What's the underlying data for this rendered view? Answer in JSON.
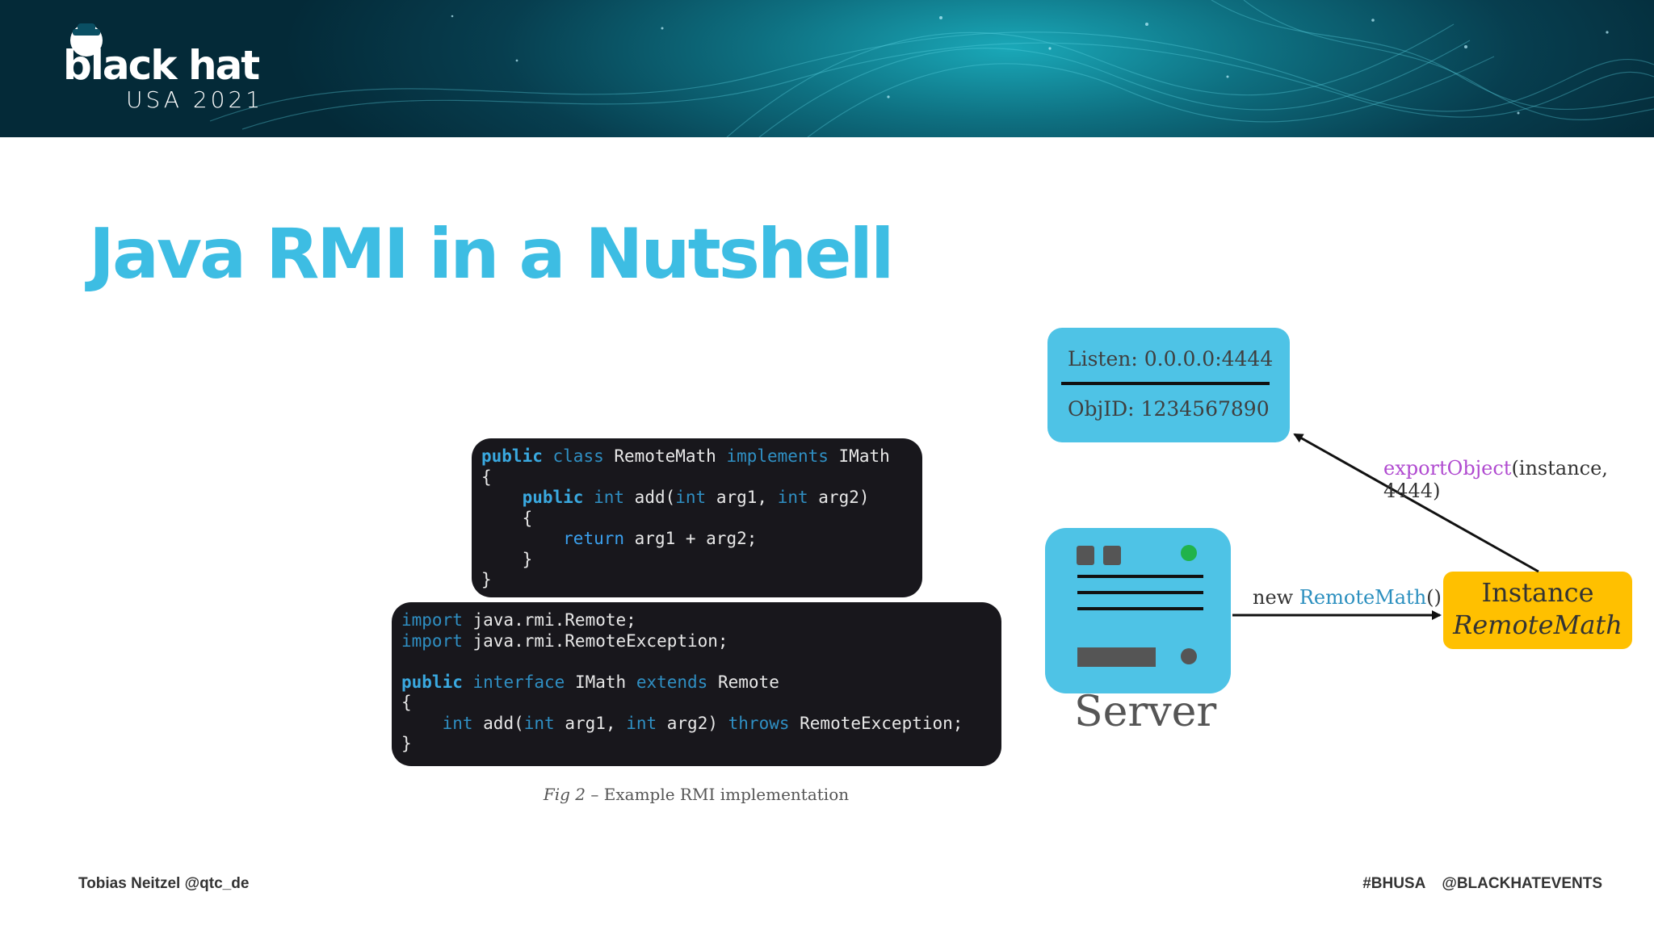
{
  "header": {
    "logo_word": "black hat",
    "logo_sub": "USA 2021"
  },
  "title": "Java RMI in a Nutshell",
  "code_top": [
    [
      {
        "t": "public",
        "c": "kw-bold"
      },
      {
        "t": " "
      },
      {
        "t": "class",
        "c": "kw"
      },
      {
        "t": " RemoteMath "
      },
      {
        "t": "implements",
        "c": "kw"
      },
      {
        "t": " IMath"
      }
    ],
    [
      {
        "t": "{"
      }
    ],
    [
      {
        "t": "    "
      },
      {
        "t": "public",
        "c": "kw-bold"
      },
      {
        "t": " "
      },
      {
        "t": "int",
        "c": "kw"
      },
      {
        "t": " add("
      },
      {
        "t": "int",
        "c": "kw"
      },
      {
        "t": " arg1, "
      },
      {
        "t": "int",
        "c": "kw"
      },
      {
        "t": " arg2)"
      }
    ],
    [
      {
        "t": "    {"
      }
    ],
    [
      {
        "t": "        "
      },
      {
        "t": "return",
        "c": "kw-ret"
      },
      {
        "t": " arg1 + arg2;"
      }
    ],
    [
      {
        "t": "    }"
      }
    ],
    [
      {
        "t": "}"
      }
    ]
  ],
  "code_bottom": [
    [
      {
        "t": "import",
        "c": "kw"
      },
      {
        "t": " java.rmi.Remote;"
      }
    ],
    [
      {
        "t": "import",
        "c": "kw"
      },
      {
        "t": " java.rmi.RemoteException;"
      }
    ],
    [
      {
        "t": ""
      }
    ],
    [
      {
        "t": "public",
        "c": "kw-bold"
      },
      {
        "t": " "
      },
      {
        "t": "interface",
        "c": "kw"
      },
      {
        "t": " IMath "
      },
      {
        "t": "extends",
        "c": "kw"
      },
      {
        "t": " Remote"
      }
    ],
    [
      {
        "t": "{"
      }
    ],
    [
      {
        "t": "    "
      },
      {
        "t": "int",
        "c": "kw"
      },
      {
        "t": " add("
      },
      {
        "t": "int",
        "c": "kw"
      },
      {
        "t": " arg1, "
      },
      {
        "t": "int",
        "c": "kw"
      },
      {
        "t": " arg2) "
      },
      {
        "t": "throws",
        "c": "kw"
      },
      {
        "t": " RemoteException;"
      }
    ],
    [
      {
        "t": "}"
      }
    ]
  ],
  "caption": {
    "fig": "Fig 2",
    "text": " – Example RMI implementation"
  },
  "diagram": {
    "listen": "Listen: 0.0.0.0:4444",
    "objid": "ObjID: 1234567890",
    "server_label": "Server",
    "instance_line1": "Instance",
    "instance_line2": "RemoteMath",
    "new_prefix": "new ",
    "new_class": "RemoteMath",
    "new_suffix": "()",
    "export_method": "exportObject",
    "export_args": "(instance, 4444)",
    "colors": {
      "box_blue": "#4ec3e6",
      "instance_yellow": "#ffc000",
      "led_green": "#21b34b",
      "method_purple": "#b04ad0",
      "class_blue": "#2b8fbf"
    }
  },
  "footer": {
    "author": "Tobias Neitzel @qtc_de",
    "hashtag": "#BHUSA",
    "handle": "@BLACKHATEVENTS"
  }
}
